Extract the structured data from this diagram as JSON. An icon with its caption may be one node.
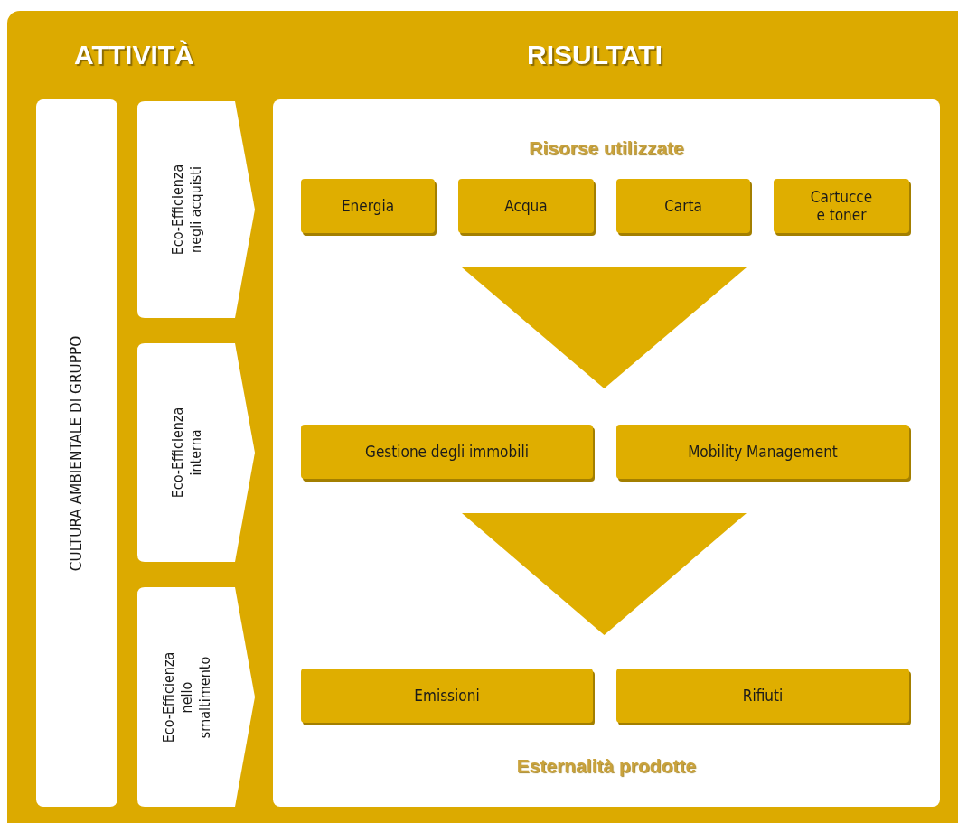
{
  "diagram": {
    "nodes": [
      {
        "text": [
          "CULTURA AMBIENTALE DI GRUPPO"
        ]
      },
      {
        "text": [
          "Eco-Efficienza negli acquisti"
        ]
      },
      {
        "text": [
          "Eco-Efficienza interna"
        ]
      },
      {
        "text": [
          "Eco-Efficienza nello smaltimento"
        ]
      },
      {
        "text": [
          "Risorse utilizzate",
          "Esternalità prodotte"
        ]
      },
      {
        "text": [
          "Energia"
        ],
        "in": 4
      },
      {
        "text": [
          "Acqua"
        ],
        "in": 4
      },
      {
        "text": [
          "Carta"
        ],
        "in": 4
      },
      {
        "text": [
          "Cartucce e toner"
        ],
        "in": 4
      },
      {
        "text": [],
        "shape": "triangle",
        "in": 4
      },
      {
        "text": [
          "Gestione degli immobili"
        ],
        "in": 4
      },
      {
        "text": [
          "Mobility Management"
        ],
        "in": 4
      },
      {
        "text": [],
        "shape": "triangle",
        "in": 4
      },
      {
        "text": [
          "Emissioni"
        ],
        "in": 4
      },
      {
        "text": [
          "Rifiuti"
        ],
        "in": 4
      }
    ],
    "labels": [
      "ATTIVITÀ",
      "RISULTATI"
    ]
  }
}
